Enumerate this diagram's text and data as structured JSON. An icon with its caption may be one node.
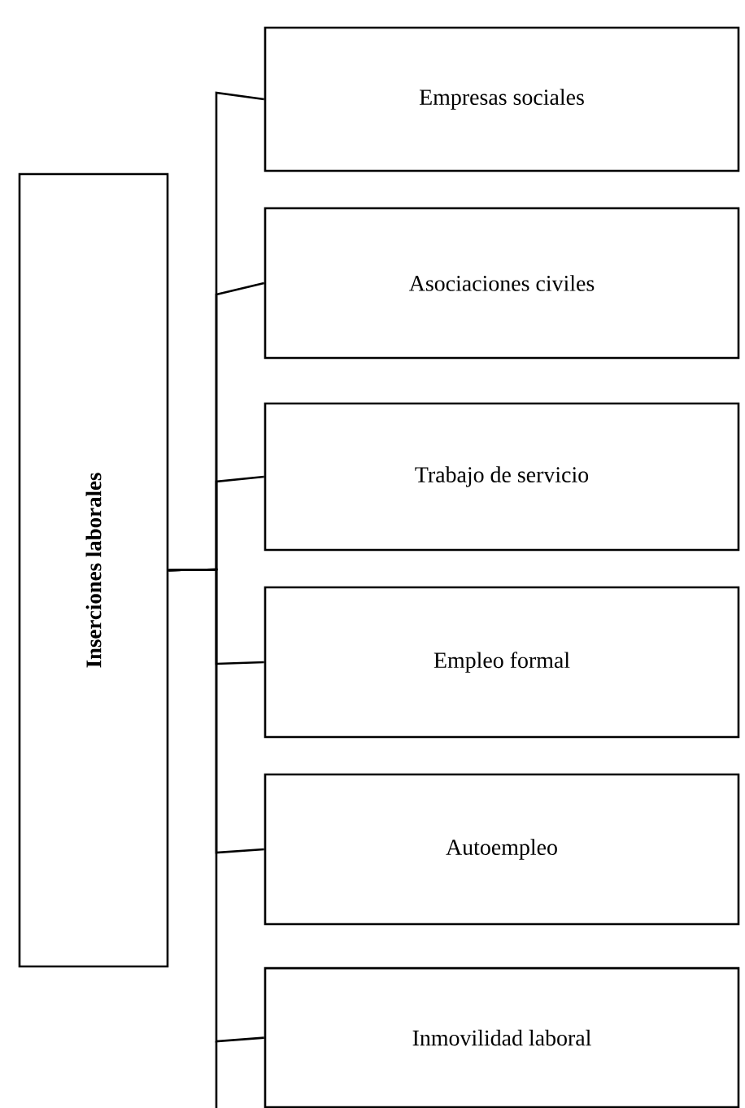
{
  "diagram": {
    "nodes": [
      {
        "text": [
          "Inserciones laborales"
        ]
      },
      {
        "text": [
          "Empresas sociales"
        ]
      },
      {
        "text": [
          "Asociaciones civiles"
        ]
      },
      {
        "text": [
          "Trabajo de servicio"
        ]
      },
      {
        "text": [
          "Empleo formal"
        ]
      },
      {
        "text": [
          "Autoempleo"
        ]
      },
      {
        "text": [
          "Inmovilidad laboral"
        ]
      }
    ],
    "edges": [
      {
        "from": 0,
        "to": 1,
        "arrow": "none"
      },
      {
        "from": 0,
        "to": 2,
        "arrow": "none"
      },
      {
        "from": 0,
        "to": 3,
        "arrow": "none"
      },
      {
        "from": 0,
        "to": 4,
        "arrow": "none"
      },
      {
        "from": 0,
        "to": 5,
        "arrow": "none"
      },
      {
        "from": 0,
        "to": 6,
        "arrow": "none"
      }
    ]
  }
}
